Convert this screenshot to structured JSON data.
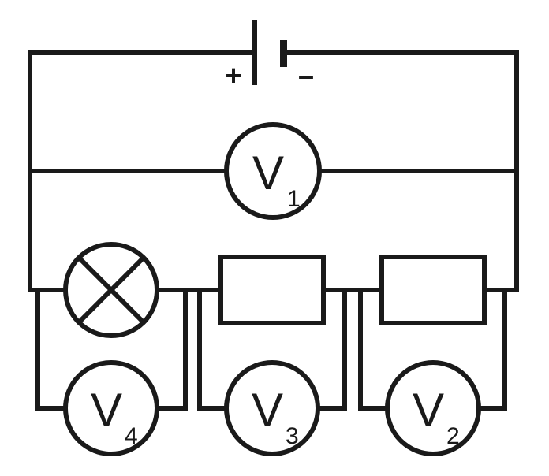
{
  "battery": {
    "positive_label": "+",
    "negative_label": "–"
  },
  "voltmeters": [
    {
      "letter": "V",
      "index": "1"
    },
    {
      "letter": "V",
      "index": "2"
    },
    {
      "letter": "V",
      "index": "3"
    },
    {
      "letter": "V",
      "index": "4"
    }
  ],
  "colors": {
    "line": "#1a1a1a",
    "background": "#ffffff"
  }
}
